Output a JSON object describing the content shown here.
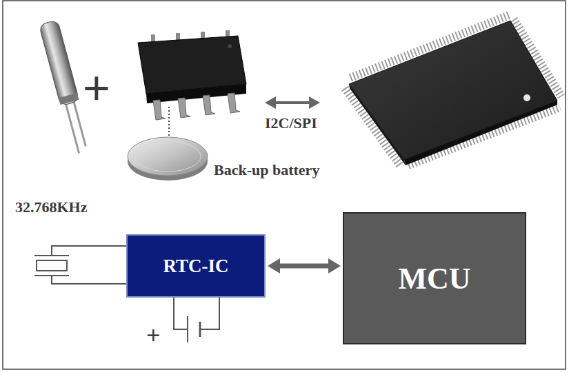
{
  "diagram": {
    "nodes": [
      {
        "text": [
          "RTC-IC"
        ]
      },
      {
        "text": [
          "MCU"
        ]
      }
    ],
    "edges": [
      {
        "from": 0,
        "to": 1,
        "arrow": "both"
      }
    ],
    "labels": [
      "+",
      "Back-up battery",
      "I2C/SPI",
      "32.768KHz",
      "+"
    ]
  }
}
